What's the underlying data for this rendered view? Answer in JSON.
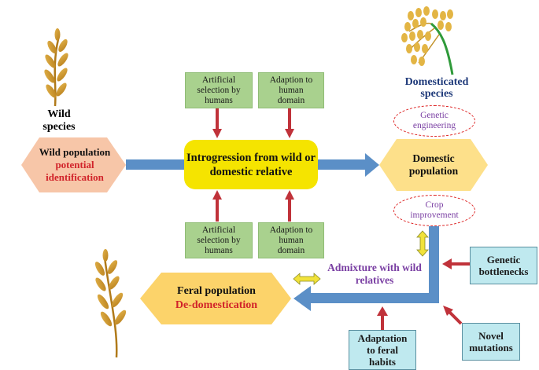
{
  "colors": {
    "arrow_blue": "#5b8fc7",
    "small_arrow_red": "#c0323a",
    "wild_hex": "#f7c6a8",
    "domestic_hex": "#fde08a",
    "feral_hex": "#fcd36a",
    "intro_box": "#f5e400",
    "green_box": "#a9d18e",
    "cyan_box": "#bfe9ef",
    "red_text": "#d1232a",
    "purple_text": "#7a3fa3",
    "navy_text": "#1f3a7a"
  },
  "wild": {
    "heading": [
      "Wild",
      "species"
    ],
    "hex_line1": "Wild population",
    "hex_line2": "potential",
    "hex_line3": "identification"
  },
  "intro": {
    "line1": "Introgression from wild or",
    "line2": "domestic relative"
  },
  "green_top_left": [
    "Artificial",
    "selection by",
    "humans"
  ],
  "green_top_right": [
    "Adaption to",
    "human",
    "domain"
  ],
  "green_bottom_left": [
    "Artificial",
    "selection by",
    "humans"
  ],
  "green_bottom_right": [
    "Adaption to",
    "human",
    "domain"
  ],
  "domestic": {
    "heading": [
      "Domesticated",
      "species"
    ],
    "genetic_engineering": [
      "Genetic",
      "engineering"
    ],
    "hex_line1": "Domestic",
    "hex_line2": "population",
    "crop_improvement": [
      "Crop",
      "improvement"
    ]
  },
  "admixture": [
    "Admixture with wild",
    "relatives"
  ],
  "feral": {
    "line1": "Feral population",
    "line2": "De-domestication"
  },
  "cyan_genetic": [
    "Genetic",
    "bottlenecks"
  ],
  "cyan_novel": [
    "Novel",
    "mutations"
  ],
  "cyan_feral": [
    "Adaptation",
    "to feral",
    "habits"
  ]
}
